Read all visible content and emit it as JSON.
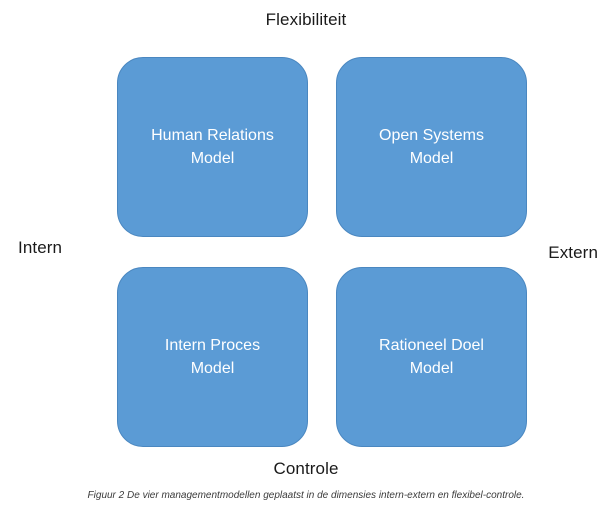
{
  "figure": {
    "caption": "Figuur 2 De vier managementmodellen geplaatst in de dimensies intern-extern en flexibel-controle."
  },
  "axes": {
    "top_label": "Flexibiliteit",
    "bottom_label": "Controle",
    "left_label": "Intern",
    "right_label": "Extern"
  },
  "quadrants": [
    {
      "id": "human-relations",
      "label": "Human Relations\nModel",
      "position": "top-left"
    },
    {
      "id": "open-systems",
      "label": "Open Systems\nModel",
      "position": "top-right"
    },
    {
      "id": "intern-proces",
      "label": "Intern Proces\nModel",
      "position": "bottom-left"
    },
    {
      "id": "rationeel-doel",
      "label": "Rationeel Doel\nModel",
      "position": "bottom-right"
    }
  ],
  "colors": {
    "box_fill": "#5B9BD5",
    "box_border": "#4A87C0",
    "box_text": "#FFFFFF",
    "axis_text": "#1A1A1A",
    "caption_text": "#3B3B3B",
    "background": "#FFFFFF"
  }
}
